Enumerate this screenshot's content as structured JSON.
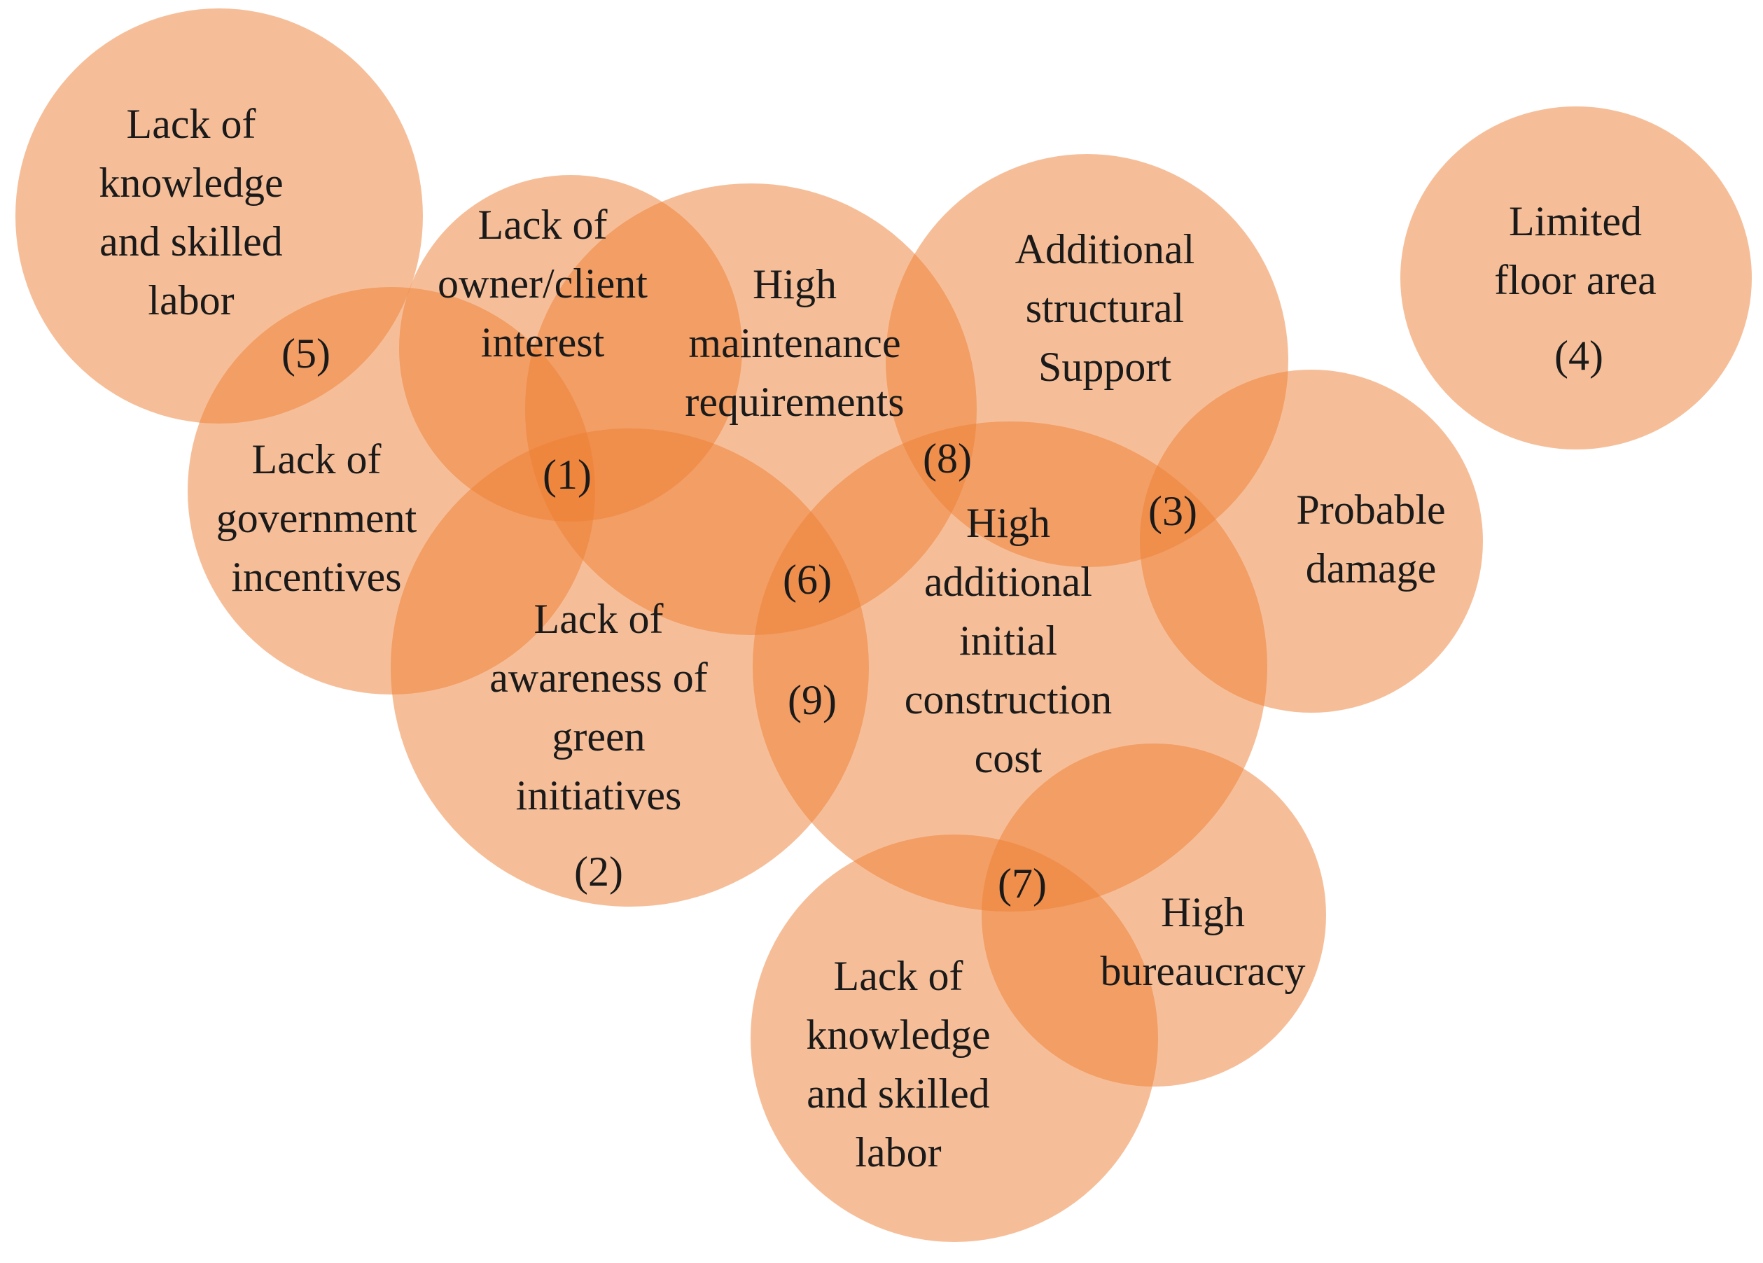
{
  "colors": {
    "circle_fill": "#ED7D31",
    "circle_opacity": 0.5,
    "text": "#1a1a1a",
    "accent_text": "#8B4513"
  },
  "circles": [
    {
      "id": "knowledge-top",
      "lines": [
        "Lack of",
        "knowledge",
        "and skilled",
        "labor"
      ]
    },
    {
      "id": "owner-interest",
      "lines": [
        "Lack of",
        "owner/client",
        "interest"
      ]
    },
    {
      "id": "maintenance",
      "lines": [
        "High",
        "maintenance",
        "requirements"
      ]
    },
    {
      "id": "structural",
      "lines": [
        "Additional",
        "structural",
        "Support"
      ]
    },
    {
      "id": "floor-area",
      "lines": [
        "Limited",
        "floor area"
      ]
    },
    {
      "id": "gov-incentives",
      "lines": [
        "Lack of",
        "government",
        "incentives"
      ]
    },
    {
      "id": "awareness",
      "lines": [
        "Lack of",
        "awareness of",
        "green",
        "initiatives"
      ]
    },
    {
      "id": "construction-cost",
      "lines": [
        "High",
        "additional",
        "initial",
        "construction",
        "cost"
      ]
    },
    {
      "id": "damage",
      "lines": [
        "Probable",
        "damage"
      ]
    },
    {
      "id": "bureaucracy",
      "lines": [
        "High",
        "bureaucracy"
      ]
    },
    {
      "id": "knowledge-bottom",
      "lines": [
        "Lack of",
        "knowledge",
        "and skilled",
        "labor"
      ]
    }
  ],
  "markers": [
    "(1)",
    "(2)",
    "(3)",
    "(4)",
    "(5)",
    "(6)",
    "(7)",
    "(8)",
    "(9)"
  ]
}
